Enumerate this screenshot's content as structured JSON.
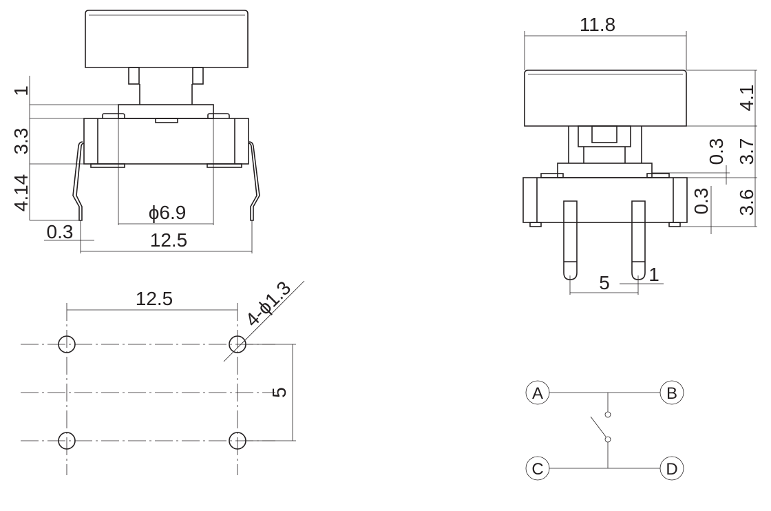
{
  "front_view": {
    "dim_top_gap": "1",
    "dim_body": "3.3",
    "dim_leg": "4.14",
    "dim_lead": "0.3",
    "dim_plunger": "ϕ6.9",
    "dim_width": "12.5"
  },
  "side_view": {
    "dim_cap_width": "11.8",
    "dim_cap_height": "4.1",
    "dim_stem": "3.7",
    "dim_gap": "0.3",
    "dim_body": "3.6",
    "dim_standoff": "0.3",
    "dim_pitch": "5",
    "dim_pin": "1"
  },
  "footprint": {
    "dim_width": "12.5",
    "dim_height": "5",
    "dim_holes": "4-ϕ1.3"
  },
  "schematic": {
    "terminal_a": "A",
    "terminal_b": "B",
    "terminal_c": "C",
    "terminal_d": "D"
  }
}
